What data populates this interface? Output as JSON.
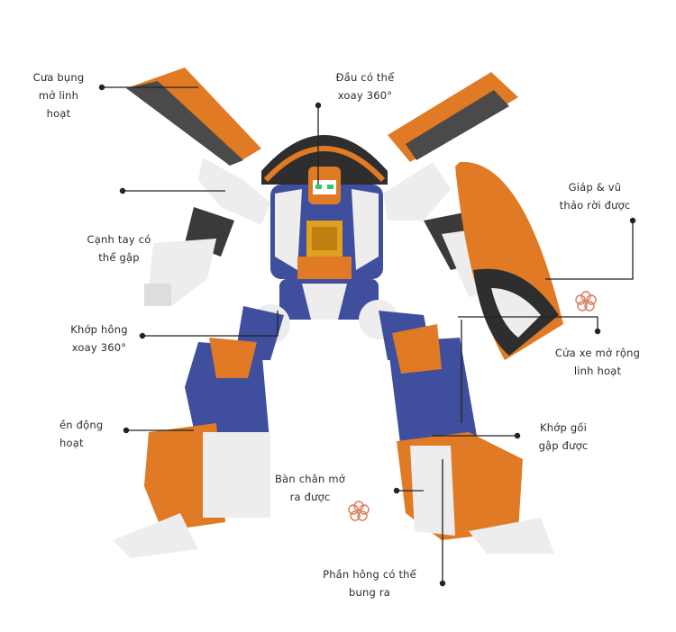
{
  "labels": {
    "cua_bung": "Cưa bụng\nmở linh\nhoạt",
    "dau": "Đầu có thể\nxoay 360°",
    "canh_tay": "Cạnh tay có\nthể gập",
    "giap": "Giáp & vũ\nthảo rời được",
    "khop_hong": "Khớp hông\nxoay 360°",
    "cua_xe": "Cửa xe mở rộng\nlinh hoạt",
    "den_dong": "ền động\nhoạt",
    "khop_goi": "Khớp gối\ngập được",
    "ban_chan": "Bàn chân mở\nra được",
    "phan_hong": "Phần hông có thể\nbung ra"
  },
  "colors": {
    "orange": "#e07a24",
    "blue": "#3f4f9e",
    "dark": "#3a3a3a",
    "white": "#f2f2f2",
    "line": "#222222"
  }
}
